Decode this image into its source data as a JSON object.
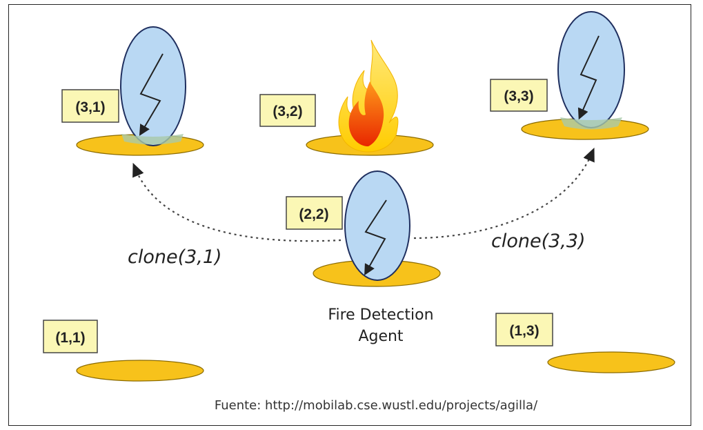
{
  "nodes": {
    "n31": {
      "label": "(3,1)"
    },
    "n32": {
      "label": "(3,2)"
    },
    "n33": {
      "label": "(3,3)"
    },
    "n22": {
      "label": "(2,2)"
    },
    "n11": {
      "label": "(1,1)"
    },
    "n13": {
      "label": "(1,3)"
    }
  },
  "clone_left": "clone(3,1)",
  "clone_right": "clone(3,3)",
  "agent_title_line1": "Fire Detection",
  "agent_title_line2": "Agent",
  "source": "Fuente: http://mobilab.cse.wustl.edu/projects/agilla/",
  "colors": {
    "platform": "#f7c21b",
    "platform_stroke": "#8a6a00",
    "agent_fill": "#b9d8f3",
    "agent_stroke": "#1f2f5f",
    "label_fill": "#fbf7b5",
    "label_stroke": "#444444"
  }
}
